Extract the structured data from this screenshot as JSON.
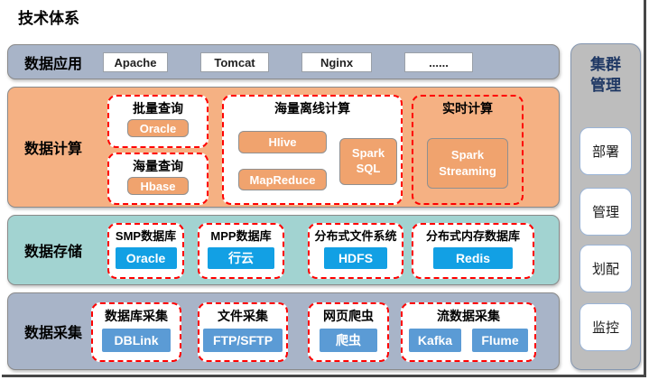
{
  "title": "技术体系",
  "bands": [
    {
      "label": "数据应用",
      "items": [
        "Apache",
        "Tomcat",
        "Nginx",
        "......"
      ]
    },
    {
      "label": "数据计算",
      "groups": [
        {
          "title": "批量查询",
          "buttons": [
            "Oracle"
          ]
        },
        {
          "title": "海量查询",
          "buttons": [
            "Hbase"
          ]
        },
        {
          "title": "海量离线计算",
          "buttons": [
            "HIive",
            "MapReduce",
            "Spark SQL"
          ]
        },
        {
          "title": "实时计算",
          "buttons": [
            "Spark Streaming"
          ]
        }
      ]
    },
    {
      "label": "数据存储",
      "groups": [
        {
          "title": "SMP数据库",
          "buttons": [
            "Oracle"
          ]
        },
        {
          "title": "MPP数据库",
          "buttons": [
            "行云"
          ]
        },
        {
          "title": "分布式文件系统",
          "buttons": [
            "HDFS"
          ]
        },
        {
          "title": "分布式内存数据库",
          "buttons": [
            "Redis"
          ]
        }
      ]
    },
    {
      "label": "数据采集",
      "groups": [
        {
          "title": "数据库采集",
          "buttons": [
            "DBLink"
          ]
        },
        {
          "title": "文件采集",
          "buttons": [
            "FTP/SFTP"
          ]
        },
        {
          "title": "网页爬虫",
          "buttons": [
            "爬虫"
          ]
        },
        {
          "title": "流数据采集",
          "buttons": [
            "Kafka",
            "Flume"
          ]
        }
      ]
    }
  ],
  "sidebar": {
    "title": "集群管理",
    "items": [
      "部署",
      "管理",
      "划配",
      "监控"
    ]
  },
  "colors": {
    "band_blue_gray": "#A8B4C8",
    "band_orange": "#F5B183",
    "band_teal": "#A2D3D1",
    "sidebar_gray": "#BDBDBD",
    "button_orange": "#F0A36E",
    "button_azure": "#12A0E4",
    "button_soft_blue": "#5B9BD5",
    "dashed_border_red": "#FF0000",
    "sidebar_title_navy": "#1F3864"
  }
}
